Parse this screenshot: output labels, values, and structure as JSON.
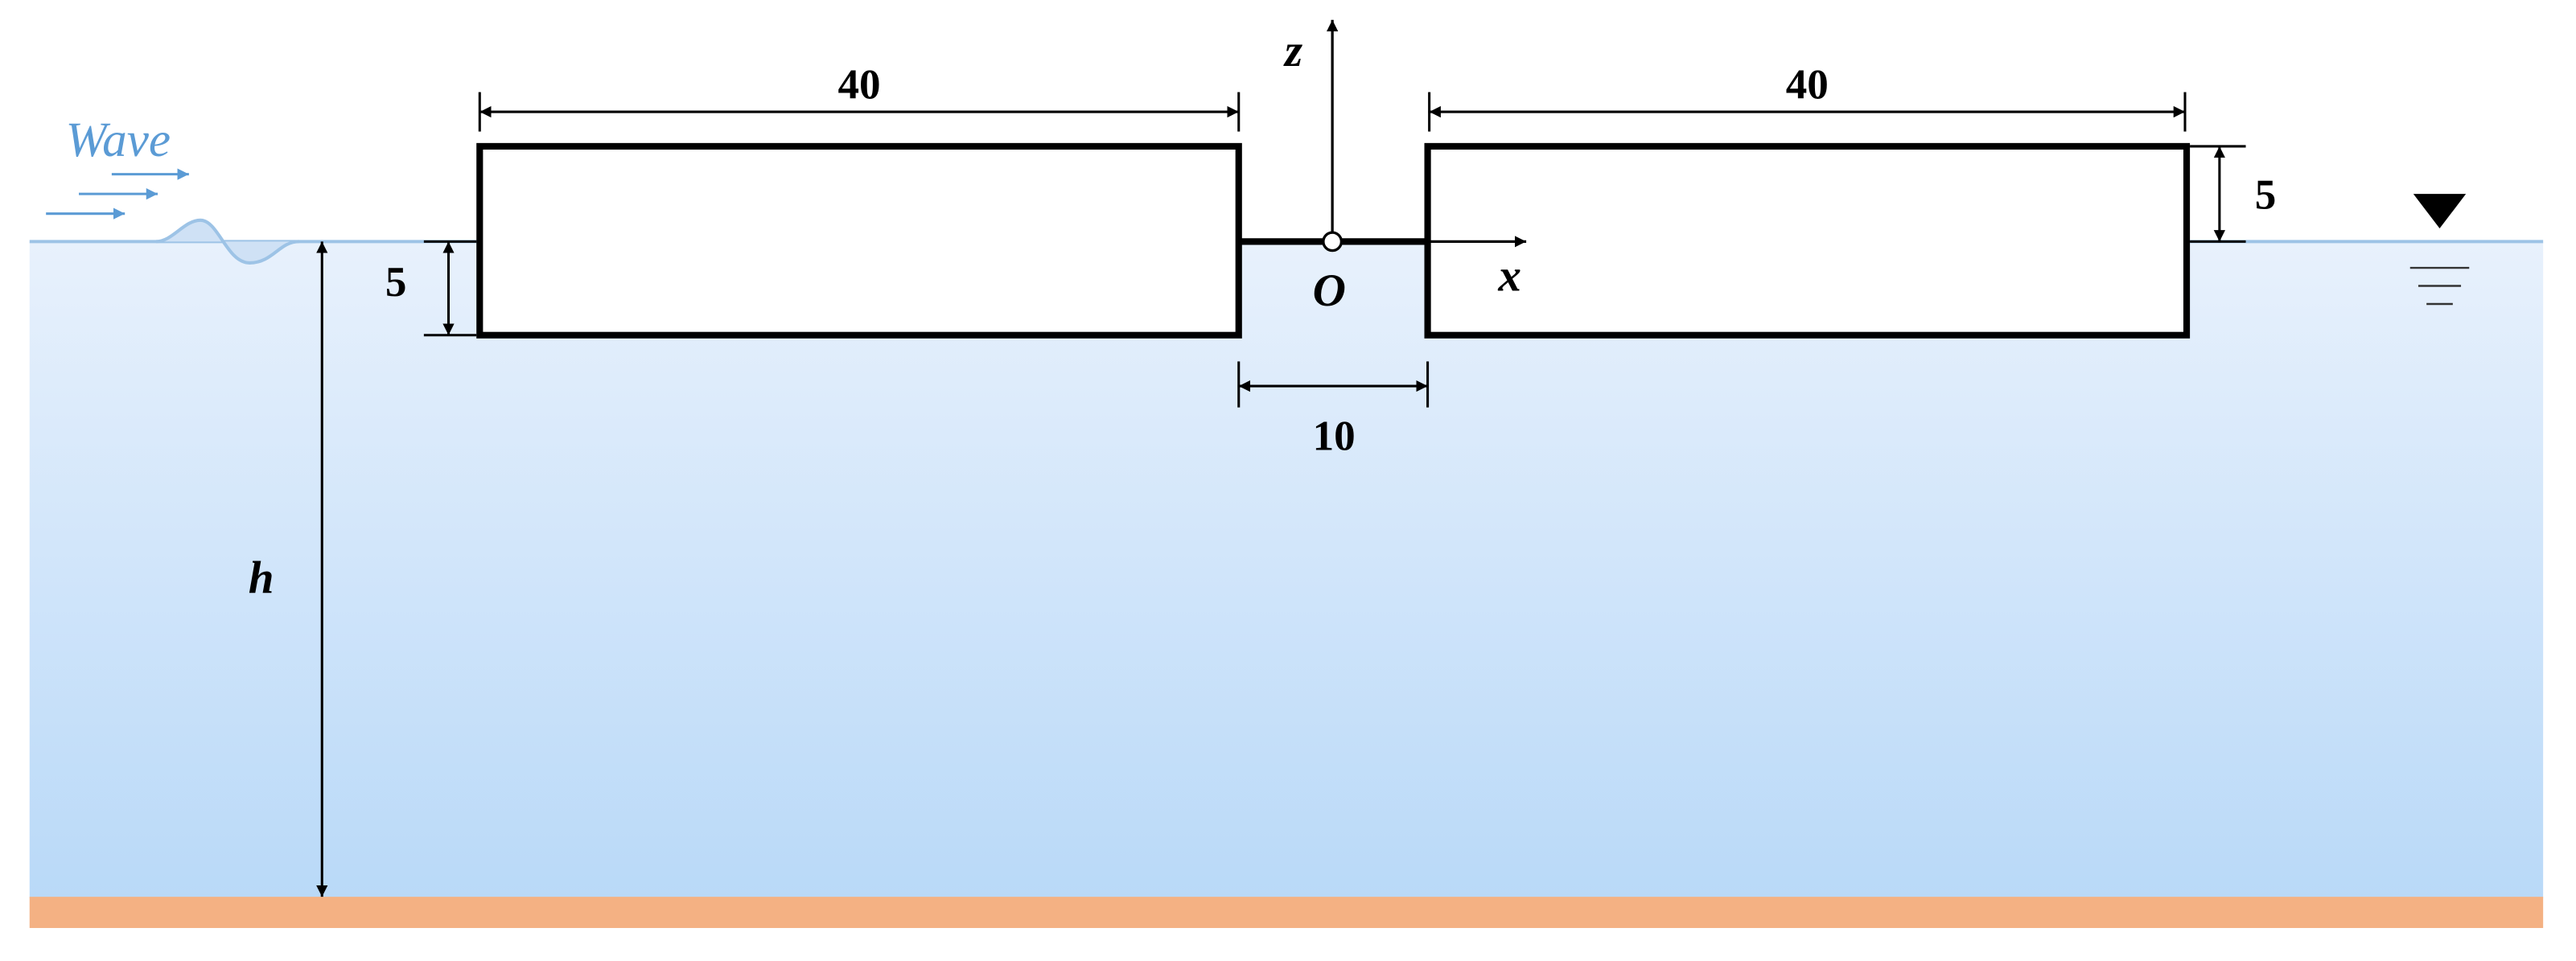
{
  "labels": {
    "wave": "Wave",
    "origin": "O",
    "axis_x": "x",
    "axis_z": "z",
    "depth": "h"
  },
  "dimensions": {
    "left_length": "40",
    "right_length": "40",
    "gap": "10",
    "left_draft": "5",
    "right_freeboard": "5"
  },
  "colors": {
    "water_top": "#e8f1fc",
    "water_bottom": "#b9d9f8",
    "seabed": "#f4b183",
    "wave_accent": "#5b9bd5",
    "surface_line": "#9dc3e6",
    "outline": "#000000"
  }
}
